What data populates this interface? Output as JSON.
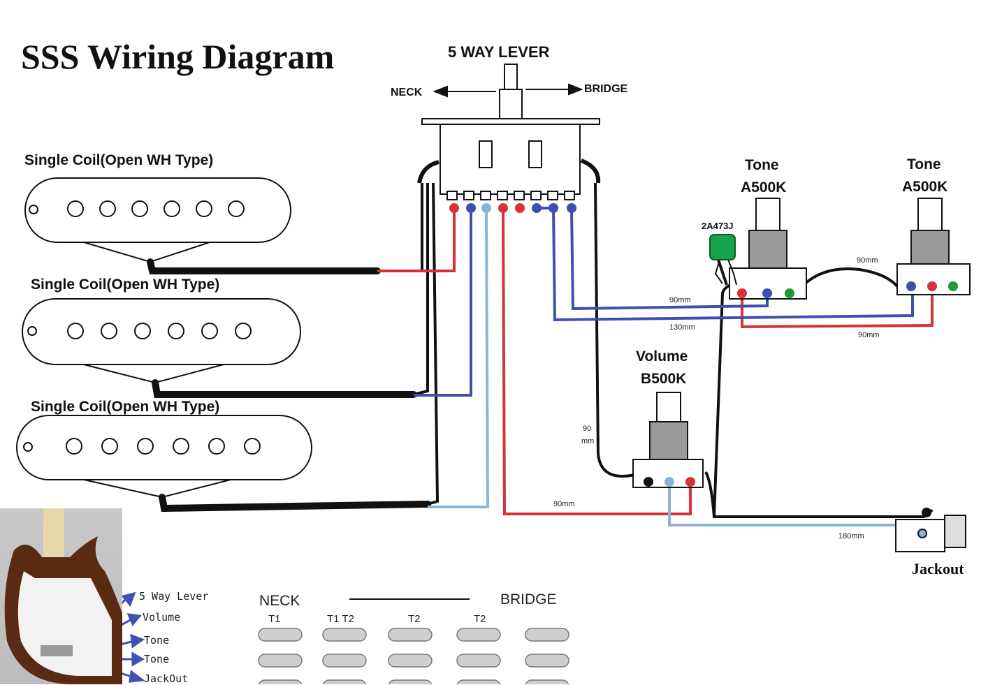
{
  "title": "SSS Wiring Diagram",
  "switch": {
    "label": "5 WAY LEVER",
    "left_label": "NECK",
    "right_label": "BRIDGE"
  },
  "pickups": [
    {
      "label": "Single Coil(Open WH Type)"
    },
    {
      "label": "Single Coil(Open WH Type)"
    },
    {
      "label": "Single Coil(Open WH Type)"
    }
  ],
  "tone1": {
    "label": "Tone",
    "value": "A500K"
  },
  "tone2": {
    "label": "Tone",
    "value": "A500K"
  },
  "capacitor": {
    "label": "2A473J"
  },
  "volume": {
    "label": "Volume",
    "value": "B500K"
  },
  "jack": {
    "label": "Jackout"
  },
  "wire_lengths": {
    "w1": "90mm",
    "w2": "130mm",
    "w3": "90mm",
    "w4": "90mm",
    "w5_top": "90",
    "w5_bottom": "mm",
    "w6": "90mm",
    "w7": "180mm"
  },
  "legend": [
    "5 Way Lever",
    "Volume",
    "Tone",
    "Tone",
    "JackOut"
  ],
  "positions_chart": {
    "left": "NECK",
    "right": "BRIDGE",
    "columns": [
      "T1",
      "T1  T2",
      "T2",
      "T2",
      ""
    ]
  },
  "colors": {
    "red": "#d8313a",
    "blue": "#3f4fb0",
    "light_blue": "#8fb3d6",
    "black": "#111111",
    "green": "#1f9a3a",
    "capacitor": "#16a34a"
  }
}
